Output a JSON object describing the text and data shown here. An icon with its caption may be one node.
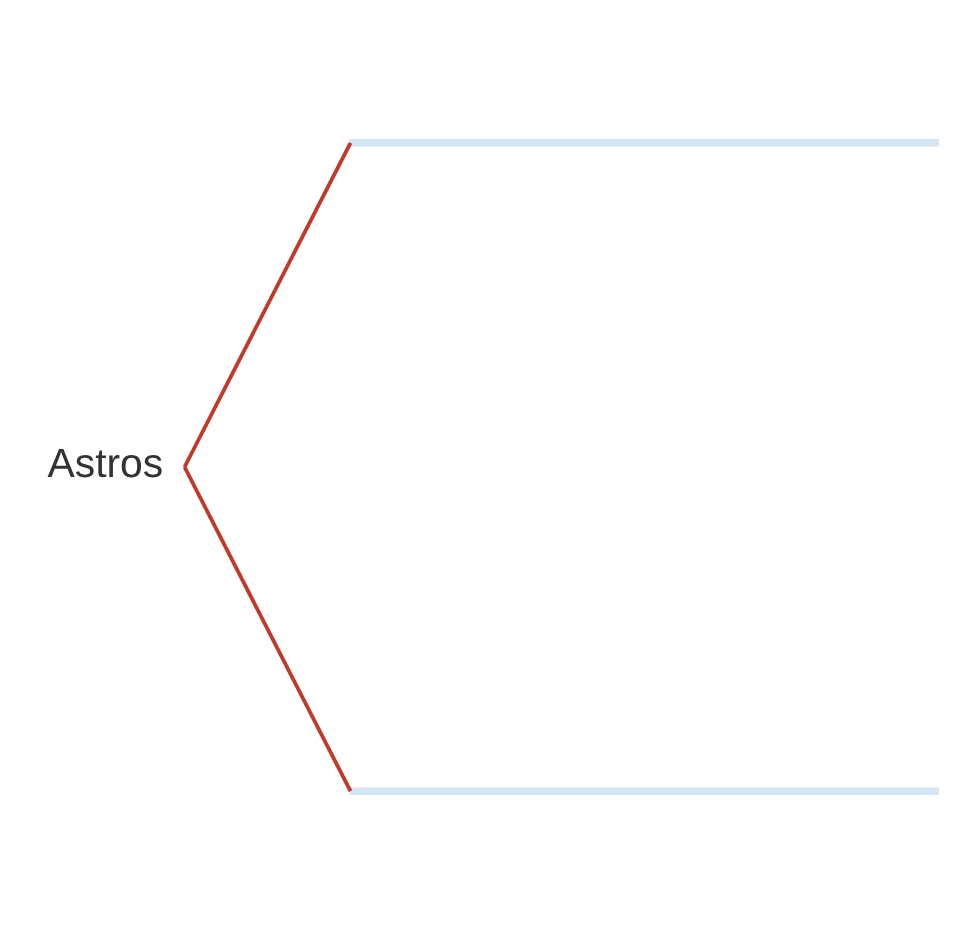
{
  "diagram": {
    "nodes": [
      {
        "text": [
          "Astros"
        ]
      },
      {
        "text": [],
        "shape": "bar"
      },
      {
        "text": [],
        "shape": "bar"
      }
    ],
    "edges": [
      {
        "from": 0,
        "to": 1,
        "arrow": "none"
      },
      {
        "from": 0,
        "to": 2,
        "arrow": "none"
      }
    ]
  }
}
